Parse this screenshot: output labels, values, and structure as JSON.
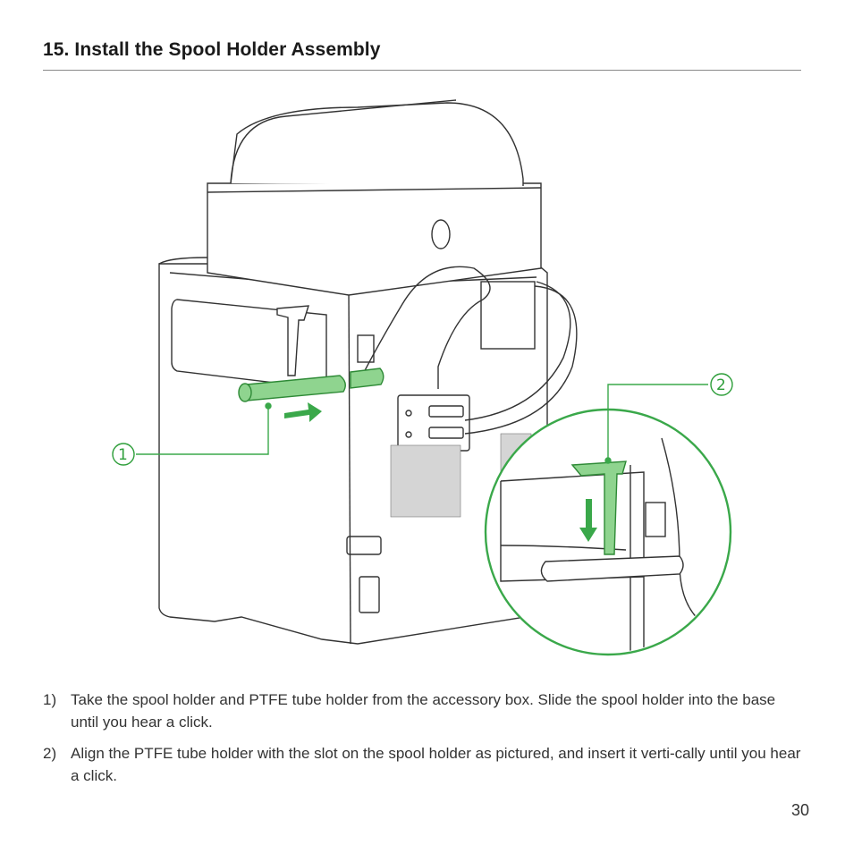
{
  "header": {
    "title": "15. Install the Spool Holder Assembly"
  },
  "figure": {
    "callout_1": "1",
    "callout_2": "2",
    "accent_color": "#3aa84a",
    "part_fill_color": "#8fd48f",
    "icons": [
      "printer-enclosure-illustration",
      "spool-holder-part",
      "ptfe-tube-holder-part",
      "insert-arrow-icon",
      "magnified-detail-circle"
    ]
  },
  "steps": [
    {
      "number": "1)",
      "text": "Take the spool holder and PTFE tube holder from the accessory box. Slide the spool holder into the base until you hear a click."
    },
    {
      "number": "2)",
      "text": "Align the PTFE tube holder with the slot on the spool holder as pictured, and insert it verti-cally until you hear a click."
    }
  ],
  "footer": {
    "page_number": "30"
  }
}
